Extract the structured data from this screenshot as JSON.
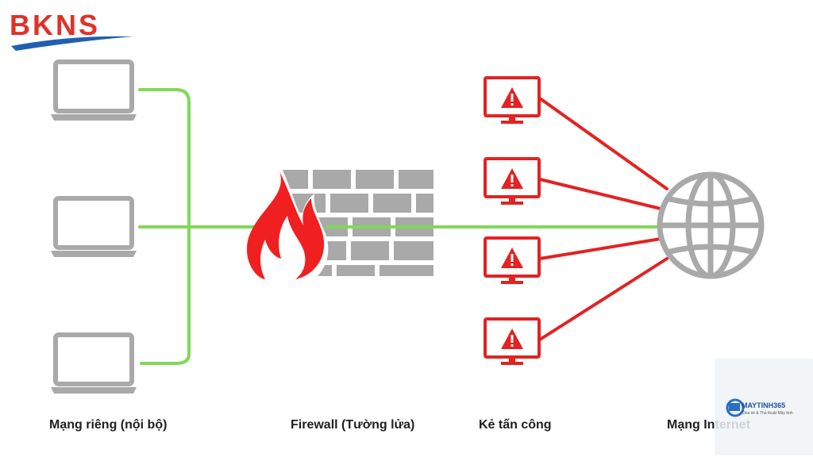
{
  "logo": {
    "text": "BKNS",
    "color": "#e0312b",
    "swoosh_color": "#1f5fb0"
  },
  "labels": {
    "private_network": "Mạng riêng (nội bộ)",
    "firewall": "Firewall (Tường lửa)",
    "attackers": "Kẻ tấn công",
    "internet": "Mạng Internet"
  },
  "watermark": {
    "brand": "MAYTINH365",
    "tagline": "Chia sẻ & Thủ thuật Máy tính"
  },
  "colors": {
    "safe_line": "#7ed957",
    "attack_line": "#e32222",
    "device_gray": "#a9a9a9",
    "brick_gray": "#a9a9a9",
    "flame": "#f02020"
  },
  "icons": [
    "laptop-icon",
    "firewall-icon",
    "flame-icon",
    "warning-monitor-icon",
    "globe-icon"
  ]
}
